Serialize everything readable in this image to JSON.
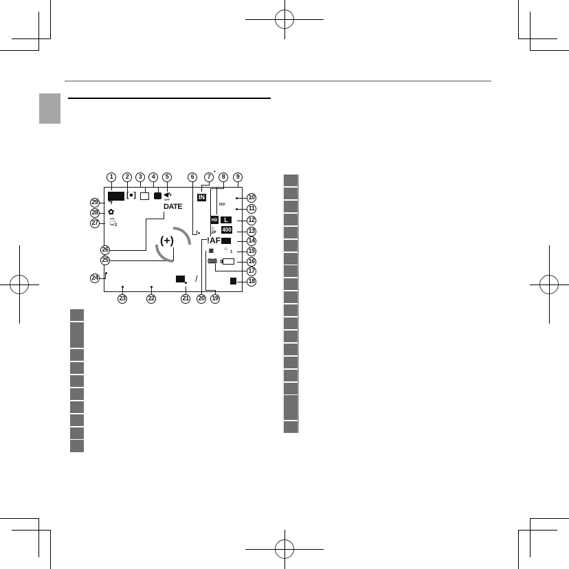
{
  "page": {
    "header_rule_color": "#a6a6a6",
    "tab_color": "#a6a6a6",
    "key_box_color": "#6e6e6e"
  },
  "lcd_diagram": {
    "callouts": [
      "1",
      "2",
      "3",
      "4",
      "5",
      "6",
      "7",
      "8",
      "9",
      "10",
      "11",
      "12",
      "13",
      "14",
      "15",
      "16",
      "17",
      "18",
      "19",
      "20",
      "21",
      "22",
      "23",
      "24",
      "25",
      "26",
      "27",
      "28",
      "29"
    ],
    "callout_7_superscript": "*",
    "icons": {
      "flash": "ϟ",
      "macro": "✿",
      "self_timer": "⌚",
      "self_timer_sub": "2",
      "date": "DATE",
      "sound_off": "◀ϟ",
      "sound_off_label": "OFF",
      "internal_memory": "IN",
      "iso": "ISO",
      "hd": "HD",
      "image_size": "L",
      "iso_value": "400",
      "temp_warning": "!•",
      "up": "UP",
      "af_warning": "!AF",
      "camera_warning": "◙",
      "blur_warning": "((▨))",
      "film_sim": "▣",
      "white_balance": "☼",
      "wb_sub": "1",
      "exposure_comp": "◪",
      "slash": "/",
      "speaker": "◀"
    }
  },
  "left_key_list": {
    "items": [
      {
        "height": 17
      },
      {
        "height": 37
      },
      {
        "height": 17
      },
      {
        "height": 17
      },
      {
        "height": 17
      },
      {
        "height": 17
      },
      {
        "height": 17
      },
      {
        "height": 17
      },
      {
        "height": 17
      },
      {
        "height": 17
      }
    ]
  },
  "right_key_list": {
    "items": [
      {
        "height": 17
      },
      {
        "height": 17
      },
      {
        "height": 17
      },
      {
        "height": 17
      },
      {
        "height": 17
      },
      {
        "height": 17
      },
      {
        "height": 17
      },
      {
        "height": 17
      },
      {
        "height": 17
      },
      {
        "height": 17
      },
      {
        "height": 17
      },
      {
        "height": 17
      },
      {
        "height": 17
      },
      {
        "height": 17
      },
      {
        "height": 17
      },
      {
        "height": 17
      },
      {
        "height": 17
      },
      {
        "height": 36
      },
      {
        "height": 17
      }
    ]
  }
}
